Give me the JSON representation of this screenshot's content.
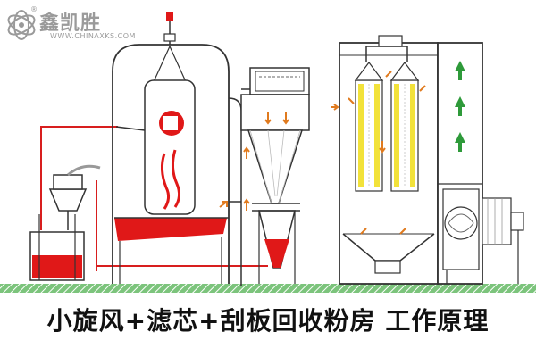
{
  "logo": {
    "name": "鑫凯胜",
    "url": "WWW.CHINAXKS.COM",
    "mark": "®"
  },
  "caption": "小旋风+滤芯+刮板回收粉房  工作原理",
  "colors": {
    "outline": "#3a3a3a",
    "powder_red": "#e01818",
    "pipe_red": "#d81e1e",
    "filter_yellow": "#f2e23a",
    "arrow_orange": "#e07a1e",
    "arrow_green": "#2e9a3a",
    "ground_green": "#7cc47c"
  },
  "icons": [
    "logo-icon",
    "flow-arrow-icon",
    "fan-icon",
    "filter-cartridge-icon",
    "cyclone-icon",
    "powder-tank-icon",
    "gun-icon"
  ]
}
